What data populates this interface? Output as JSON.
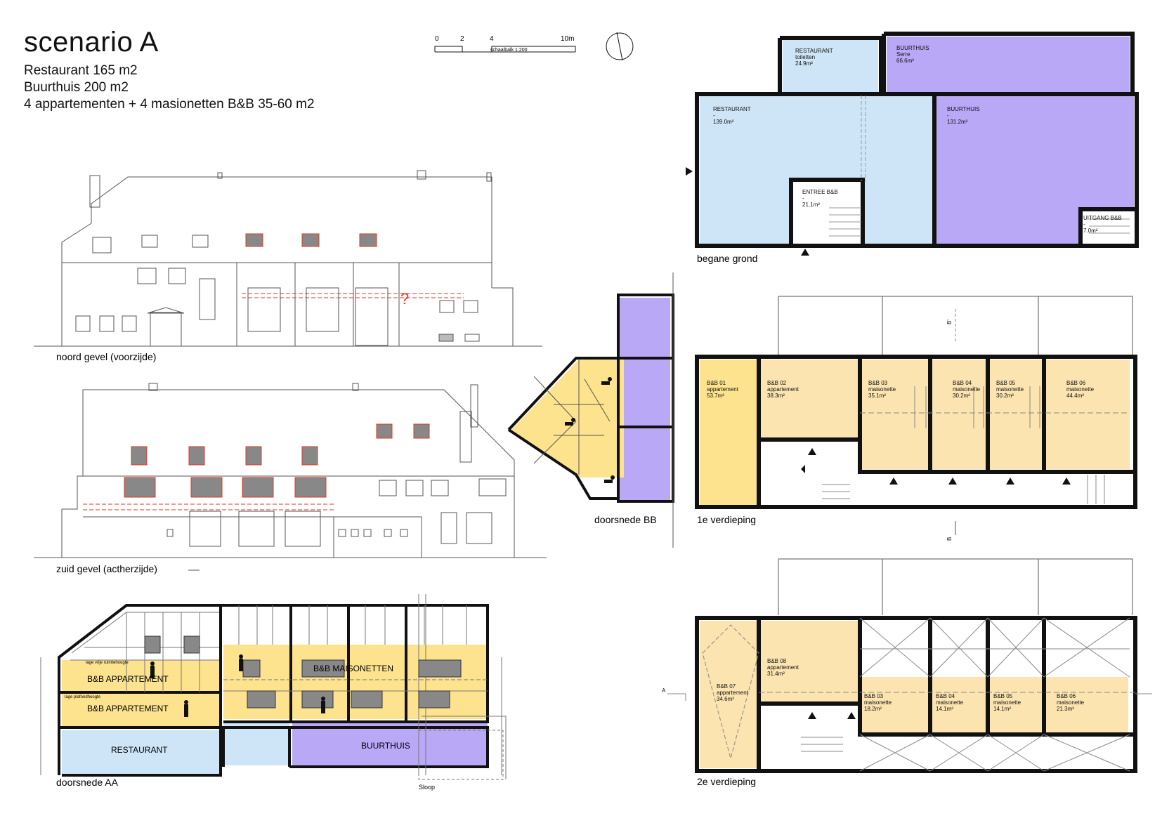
{
  "header": {
    "title": "scenario A",
    "lines": [
      "Restaurant 165 m2",
      "Buurthuis 200 m2",
      "4 appartementen + 4 masionetten B&B  35-60 m2"
    ]
  },
  "scale_bar": {
    "ticks": [
      "0",
      "2",
      "4",
      "10m"
    ],
    "caption": "schaalbalk 1:200"
  },
  "colors": {
    "restaurant": "#cde5f6",
    "buurthuis": "#b8a8f5",
    "bnb_apartment": "#fde38d",
    "bnb_light": "#fbe4b0",
    "wall": "#111111",
    "red_marker": "#e23a2a"
  },
  "drawings": {
    "noord_gevel": {
      "caption": "noord gevel (voorzijde)"
    },
    "zuid_gevel": {
      "caption": "zuid gevel (actherzijde)"
    },
    "doorsnede_aa": {
      "caption": "doorsnede AA",
      "sloop_label": "Sloop",
      "labels": {
        "appartement_top": "B&B APPARTEMENT",
        "appartement_bottom": "B&B APPARTEMENT",
        "maisonetten": "B&B MAISONETTEN",
        "restaurant": "RESTAURANT",
        "buurthuis": "BUURTHUIS",
        "note_top": "lage vrije ruimtehoogte",
        "note_bottom": "lage plafondhoogte"
      }
    },
    "doorsnede_bb": {
      "caption": "doorsnede BB"
    },
    "begane_grond": {
      "caption": "begane grond",
      "rooms": [
        {
          "name": "RESTAURANT",
          "sub": "toiletten",
          "area": "24.9m²"
        },
        {
          "name": "BUURTHUIS",
          "sub": "Serre",
          "area": "66.6m²"
        },
        {
          "name": "RESTAURANT",
          "sub": "-",
          "area": "139.0m²"
        },
        {
          "name": "BUURTHUIS",
          "sub": "-",
          "area": "131.2m²"
        },
        {
          "name": "ENTREE B&B",
          "sub": "-",
          "area": "21.1m²"
        },
        {
          "name": "UITGANG B&B",
          "sub": "-",
          "area": "7.0m²"
        }
      ]
    },
    "eerste_verdieping": {
      "caption": "1e verdieping",
      "section_mark": "B'",
      "section_mark_bottom": "B",
      "rooms": [
        {
          "name": "B&B 01",
          "sub": "appartement",
          "area": "53.7m²"
        },
        {
          "name": "B&B 02",
          "sub": "appartement",
          "area": "38.3m²"
        },
        {
          "name": "B&B 03",
          "sub": "maisonette",
          "area": "35.1m²"
        },
        {
          "name": "B&B 04",
          "sub": "maisonette",
          "area": "30.2m²"
        },
        {
          "name": "B&B 05",
          "sub": "maisonette",
          "area": "30.2m²"
        },
        {
          "name": "B&B 06",
          "sub": "maisonette",
          "area": "44.4m²"
        }
      ]
    },
    "tweede_verdieping": {
      "caption": "2e verdieping",
      "section_mark": "A",
      "rooms": [
        {
          "name": "B&B 07",
          "sub": "appartement",
          "area": "34.6m²"
        },
        {
          "name": "B&B 08",
          "sub": "appartement",
          "area": "31.4m²"
        },
        {
          "name": "B&B 03",
          "sub": "maisonette",
          "area": "18.2m²"
        },
        {
          "name": "B&B 04",
          "sub": "maisonette",
          "area": "14.1m²"
        },
        {
          "name": "B&B 05",
          "sub": "maisonette",
          "area": "14.1m²"
        },
        {
          "name": "B&B 06",
          "sub": "maisonette",
          "area": "21.3m²"
        }
      ]
    }
  }
}
